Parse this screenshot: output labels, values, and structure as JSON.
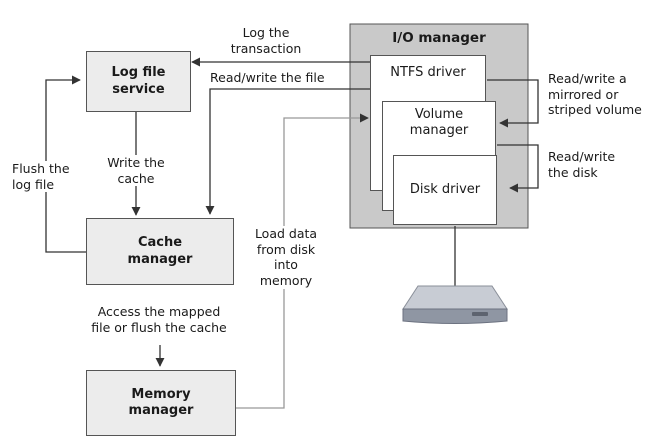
{
  "colors": {
    "box_fill": "#ececec",
    "io_container_fill": "#c9c9c9",
    "driver_fill": "#ffffff",
    "line": "#555555"
  },
  "components": {
    "log_file_service": "Log file\nservice",
    "cache_manager": "Cache\nmanager",
    "memory_manager": "Memory\nmanager",
    "io_manager": "I/O manager",
    "ntfs_driver": "NTFS driver",
    "volume_manager": "Volume\nmanager",
    "disk_driver": "Disk driver"
  },
  "labels": {
    "log_transaction": "Log the\ntransaction",
    "rw_file": "Read/write the file",
    "write_cache": "Write the\ncache",
    "flush_log": "Flush the\nlog file",
    "access_mapped": "Access the mapped\nfile or flush the cache",
    "load_data": "Load data\nfrom disk\ninto\nmemory",
    "rw_mirrored": "Read/write a\nmirrored or\nstriped volume",
    "rw_disk": "Read/write\nthe disk"
  },
  "icons": {
    "disk": "hard-disk-icon"
  }
}
